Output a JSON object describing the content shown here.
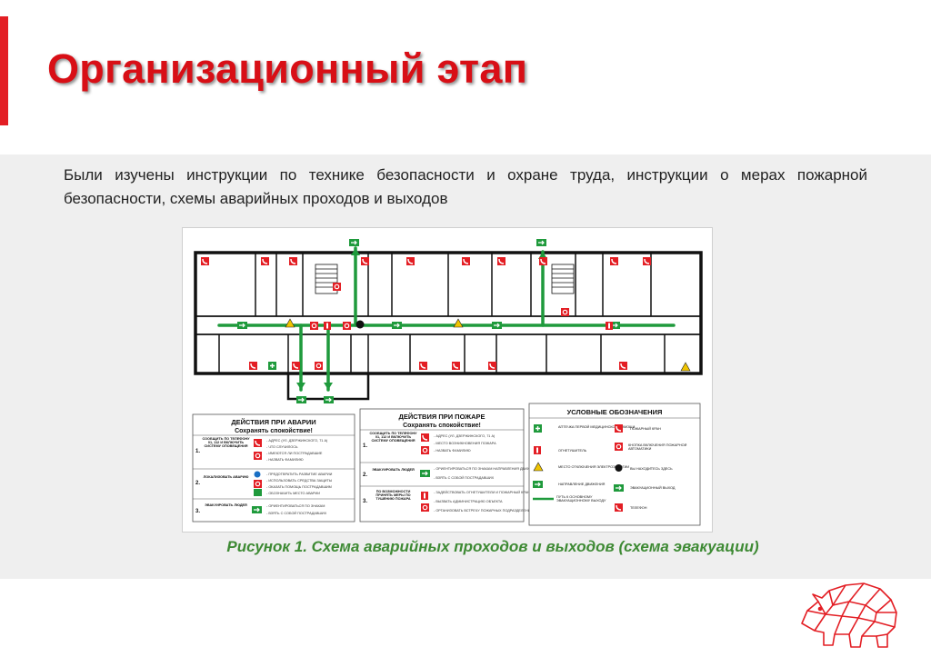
{
  "slide": {
    "title": "Организационный этап",
    "intro": "Были изучены инструкции по технике безопасности и охране труда, инструкции о мерах пожарной безопасности, схемы аварийных проходов и выходов",
    "caption": "Рисунок 1. Схема аварийных проходов и выходов (схема эвакуации)"
  },
  "colors": {
    "accent": "#e31e24",
    "title": "#d80f16",
    "caption": "#3e8a34",
    "panel": "#efefef",
    "route": "#1f9a3c",
    "hazard": "#f0c400"
  },
  "figure": {
    "accident": {
      "title": "ДЕЙСТВИЯ ПРИ АВАРИИ",
      "subtitle": "Сохранять спокойствие!",
      "steps": [
        {
          "num": "1.",
          "action": "СООБЩИТЬ ПО ТЕЛЕФОНУ 01, 112 И ВКЛЮЧИТЬ СИСТЕМУ ОПОВЕЩЕНИЯ",
          "notes": [
            "- АДРЕС (УЛ. ДЗЕРЖИНСКОГО, 71 А)",
            "- ЧТО СЛУЧИЛОСЬ",
            "- ИМЕЮТСЯ ЛИ ПОСТРАДАВШИЕ",
            "- НАЗВАТЬ ФАМИЛИЮ"
          ]
        },
        {
          "num": "2.",
          "action": "ЛОКАЛИЗОВАТЬ АВАРИЮ",
          "notes": [
            "- ПРЕДОТВРАТИТЬ РАЗВИТИЕ АВАРИИ",
            "- ИСПОЛЬЗОВАТЬ СРЕДСТВА ЗАЩИТЫ",
            "- ОКАЗАТЬ ПОМОЩЬ ПОСТРАДАВШИМ",
            "- ОБОЗНАЧИТЬ МЕСТО АВАРИИ"
          ]
        },
        {
          "num": "3.",
          "action": "ЭВАКУИРОВАТЬ ЛЮДЕЙ",
          "notes": [
            "- ОРИЕНТИРОВАТЬСЯ ПО ЗНАКАМ",
            "- ВЗЯТЬ С СОБОЙ ПОСТРАДАВШИХ"
          ]
        }
      ]
    },
    "fire": {
      "title": "ДЕЙСТВИЯ ПРИ ПОЖАРЕ",
      "subtitle": "Сохранять спокойствие!",
      "steps": [
        {
          "num": "1.",
          "action": "СООБЩИТЬ ПО ТЕЛЕФОНУ 01, 112 И ВКЛЮЧИТЬ СИСТЕМУ ОПОВЕЩЕНИЯ",
          "notes": [
            "- АДРЕС (УЛ. ДЗЕРЖИНСКОГО, 71 А)",
            "- МЕСТО ВОЗНИКНОВЕНИЯ ПОЖАРА",
            "- НАЗВАТЬ ФАМИЛИЮ"
          ]
        },
        {
          "num": "2.",
          "action": "ЭВАКУИРОВАТЬ ЛЮДЕЙ",
          "notes": [
            "- ОРИЕНТИРОВАТЬСЯ ПО ЗНАКАМ НАПРАВЛЕНИЯ ДВИЖЕНИЯ",
            "- ВЗЯТЬ С СОБОЙ ПОСТРАДАВШИХ"
          ]
        },
        {
          "num": "3.",
          "action": "ПО ВОЗМОЖНОСТИ ПРИНЯТЬ МЕРЫ ПО ТУШЕНИЮ ПОЖАРА",
          "notes": [
            "- ЗАДЕЙСТВОВАТЬ ОГНЕТУШИТЕЛИ И ПОЖАРНЫЙ КРАН",
            "- ВЫЗВАТЬ АДМИНИСТРАЦИЮ ОБЪЕКТА",
            "- ОРГАНИЗОВАТЬ ВСТРЕЧУ ПОЖАРНЫХ ПОДРАЗДЕЛЕНИЙ"
          ]
        }
      ]
    },
    "legend": {
      "title": "УСЛОВНЫЕ ОБОЗНАЧЕНИЯ",
      "left": [
        {
          "icon": "first-aid-icon",
          "label": "АПТЕЧКА ПЕРВОЙ МЕДИЦИНСКОЙ ПОМОЩИ"
        },
        {
          "icon": "extinguisher-icon",
          "label": "ОГНЕТУШИТЕЛЬ"
        },
        {
          "icon": "hazard-icon",
          "label": "МЕСТО ОТКЛЮЧЕНИЯ ЭЛЕКТРОЭНЕРГИИ"
        },
        {
          "icon": "direction-icon",
          "label": "НАПРАВЛЕНИЕ ДВИЖЕНИЯ"
        },
        {
          "icon": "route-line-icon",
          "label": "ПУТЬ К ОСНОВНОМУ ЭВАКУАЦИОННОМУ ВЫХОДУ"
        }
      ],
      "right": [
        {
          "icon": "fire-hydrant-icon",
          "label": "ПОЖАРНЫЙ КРАН"
        },
        {
          "icon": "fire-button-icon",
          "label": "КНОПКА ВКЛЮЧЕНИЯ ПОЖАРНОЙ АВТОМАТИКИ"
        },
        {
          "icon": "you-are-here-icon",
          "label": "ВЫ НАХОДИТЕСЬ ЗДЕСЬ"
        },
        {
          "icon": "exit-sign-icon",
          "label": "ЭВАКУАЦИОННЫЙ ВЫХОД"
        },
        {
          "icon": "phone-icon",
          "label": "ТЕЛЕФОН"
        }
      ]
    }
  }
}
